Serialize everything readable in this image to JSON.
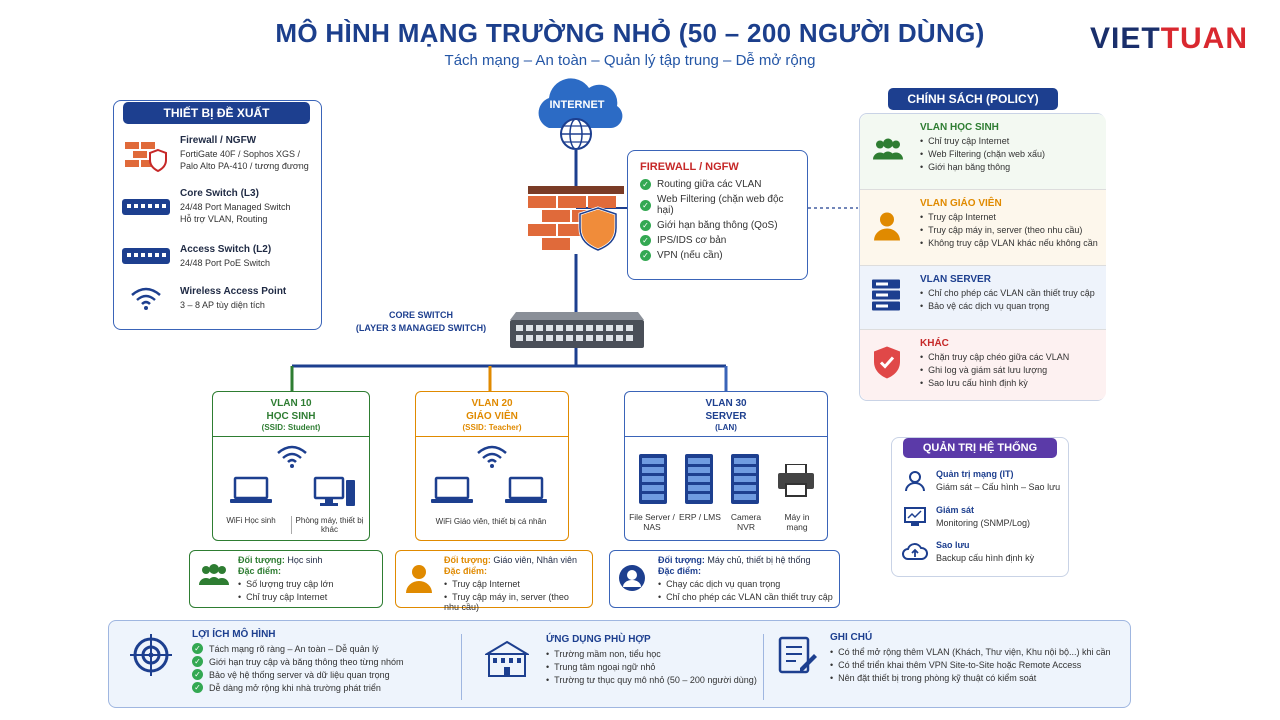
{
  "header": {
    "title": "MÔ HÌNH MẠNG TRƯỜNG NHỎ (50 – 200 NGƯỜI DÙNG)",
    "subtitle": "Tách mạng – An toàn – Quản lý tập trung – Dễ mở rộng",
    "logo_a": "VIET",
    "logo_b": "TUAN"
  },
  "devices": {
    "title": "THIẾT BỊ ĐỀ XUẤT",
    "items": [
      {
        "name": "Firewall / NGFW",
        "desc1": "FortiGate 40F / Sophos XGS /",
        "desc2": "Palo Alto PA-410 / tương đương"
      },
      {
        "name": "Core Switch (L3)",
        "desc1": "24/48 Port Managed Switch",
        "desc2": "Hỗ trợ VLAN, Routing"
      },
      {
        "name": "Access Switch (L2)",
        "desc1": "24/48 Port PoE Switch",
        "desc2": ""
      },
      {
        "name": "Wireless Access Point",
        "desc1": "3 – 8 AP tùy diện tích",
        "desc2": ""
      }
    ]
  },
  "internet": "INTERNET",
  "firewall": {
    "title": "FIREWALL / NGFW",
    "items": [
      "Routing giữa các VLAN",
      "Web Filtering (chặn web độc hại)",
      "Giới hạn băng thông (QoS)",
      "IPS/IDS cơ bản",
      "VPN (nếu cần)"
    ]
  },
  "core": {
    "l1": "CORE SWITCH",
    "l2": "(LAYER 3 MANAGED SWITCH)"
  },
  "policy": {
    "title": "CHÍNH SÁCH (POLICY)",
    "groups": [
      {
        "title": "VLAN HỌC SINH",
        "color": "#2e7d32",
        "items": [
          "Chỉ truy cập Internet",
          "Web Filtering (chặn web xấu)",
          "Giới hạn băng thông"
        ]
      },
      {
        "title": "VLAN GIÁO VIÊN",
        "color": "#e08a00",
        "items": [
          "Truy cập Internet",
          "Truy cập máy in, server (theo nhu cầu)",
          "Không truy cập VLAN khác nếu không cần"
        ]
      },
      {
        "title": "VLAN SERVER",
        "color": "#1d3f8f",
        "items": [
          "Chỉ cho phép các VLAN cần thiết truy cập",
          "Bảo vệ các dịch vụ quan trọng"
        ]
      },
      {
        "title": "KHÁC",
        "color": "#c62828",
        "items": [
          "Chặn truy cập chéo giữa các VLAN",
          "Ghi log và giám sát lưu lượng",
          "Sao lưu cấu hình định kỳ"
        ]
      }
    ]
  },
  "vlans": [
    {
      "id": "VLAN 10",
      "name": "HỌC SINH",
      "sub": "(SSID: Student)",
      "color": "#2e7d32",
      "dev1": "WiFi Học sinh",
      "dev2": "Phòng máy, thiết bị khác",
      "who_label": "Đối tượng:",
      "who": "Học sinh",
      "feat_label": "Đặc điểm:",
      "feats": [
        "Số lượng truy cập lớn",
        "Chỉ truy cập Internet"
      ]
    },
    {
      "id": "VLAN 20",
      "name": "GIÁO VIÊN",
      "sub": "(SSID: Teacher)",
      "color": "#e08a00",
      "dev1": "WiFi Giáo viên, thiết bị cá nhân",
      "dev2": "",
      "who_label": "Đối tượng:",
      "who": "Giáo viên, Nhân viên",
      "feat_label": "Đặc điểm:",
      "feats": [
        "Truy cập Internet",
        "Truy cập máy in, server (theo nhu cầu)"
      ]
    },
    {
      "id": "VLAN 30",
      "name": "SERVER",
      "sub": "(LAN)",
      "color": "#3a64b8",
      "servers": [
        "File Server / NAS",
        "ERP / LMS",
        "Camera NVR",
        "Máy in mạng"
      ],
      "who_label": "Đối tượng:",
      "who": "Máy chủ, thiết bị hệ thống",
      "feat_label": "Đặc điểm:",
      "feats": [
        "Chạy các dịch vụ quan trọng",
        "Chỉ cho phép các VLAN cần thiết truy cập"
      ]
    }
  ],
  "admin": {
    "title": "QUẢN TRỊ HỆ THỐNG",
    "items": [
      {
        "t": "Quản trị mạng (IT)",
        "d": "Giám sát – Cấu hình – Sao lưu"
      },
      {
        "t": "Giám sát",
        "d": "Monitoring (SNMP/Log)"
      },
      {
        "t": "Sao lưu",
        "d": "Backup cấu hình định kỳ"
      }
    ]
  },
  "footer": {
    "benefit": {
      "title": "LỢI ÍCH MÔ HÌNH",
      "items": [
        "Tách mạng rõ ràng – An toàn – Dễ quản lý",
        "Giới hạn truy cập và băng thông theo từng nhóm",
        "Bảo vệ hệ thống server và dữ liệu quan trọng",
        "Dễ dàng mở rộng khi nhà trường phát triển"
      ]
    },
    "apps": {
      "title": "ỨNG DỤNG PHÙ HỢP",
      "items": [
        "Trường mầm non, tiểu học",
        "Trung tâm ngoại ngữ nhỏ",
        "Trường tư thục quy mô nhỏ (50 – 200 người dùng)"
      ]
    },
    "notes": {
      "title": "GHI CHÚ",
      "items": [
        "Có thể mở rộng thêm VLAN (Khách, Thư viện, Khu nội bộ...) khi cần",
        "Có thể triển khai thêm VPN Site-to-Site hoặc Remote Access",
        "Nên đặt thiết bị trong phòng kỹ thuật có kiểm soát"
      ]
    }
  }
}
